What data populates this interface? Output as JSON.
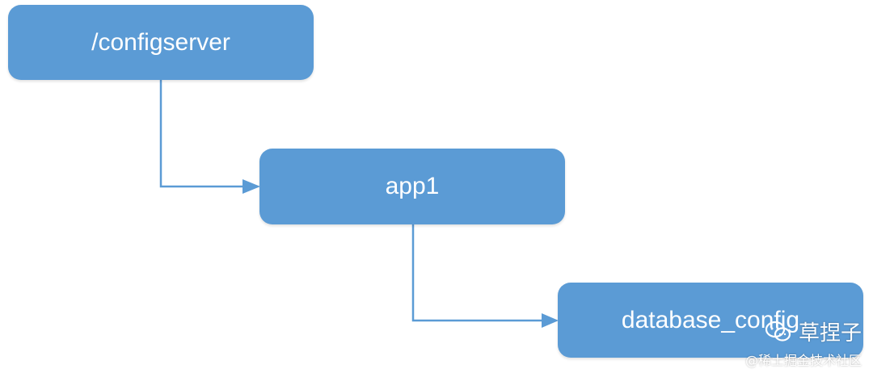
{
  "diagram": {
    "nodes": [
      {
        "id": "configserver",
        "label": "/configserver"
      },
      {
        "id": "app1",
        "label": "app1"
      },
      {
        "id": "database_config",
        "label": "database_config"
      }
    ],
    "edges": [
      {
        "from": "configserver",
        "to": "app1"
      },
      {
        "from": "app1",
        "to": "database_config"
      }
    ],
    "colors": {
      "node_fill": "#5b9bd5",
      "node_text": "#ffffff",
      "connector": "#5b9bd5"
    }
  },
  "watermark": {
    "icon": "wechat-icon",
    "name": "草捏子",
    "source": "@稀土掘金技术社区"
  }
}
